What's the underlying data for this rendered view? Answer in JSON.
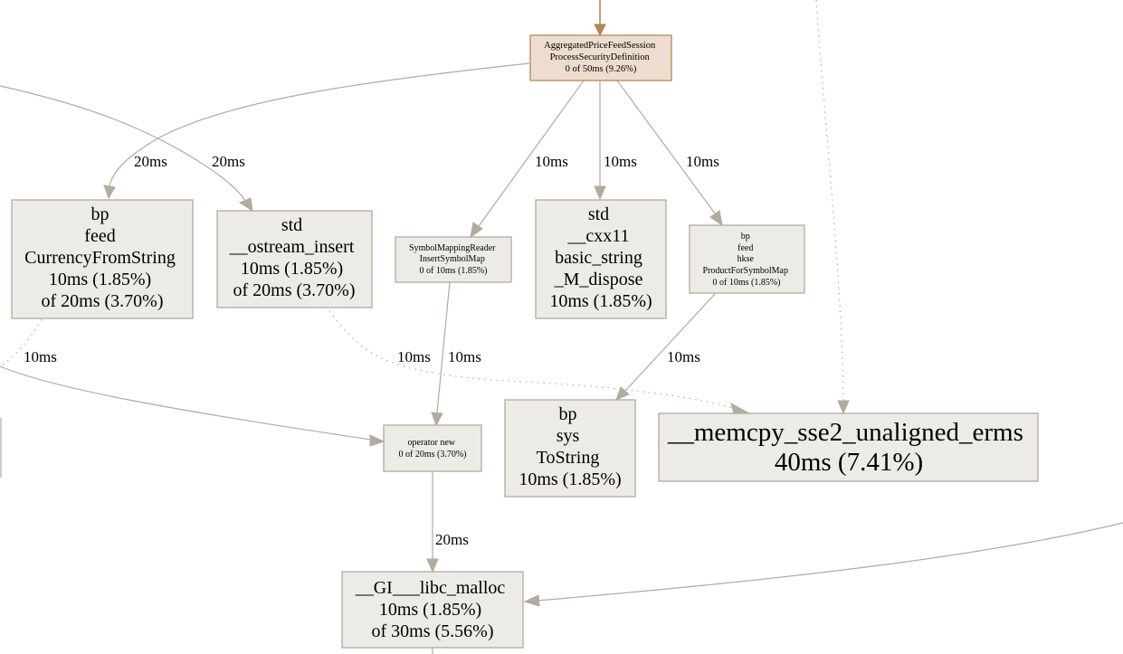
{
  "nodes": {
    "aggregated": {
      "lines": [
        "AggregatedPriceFeedSession",
        "ProcessSecurityDefinition",
        "0 of 50ms (9.26%)"
      ]
    },
    "currency": {
      "lines": [
        "bp",
        "feed",
        "CurrencyFromString",
        "10ms (1.85%)",
        "of 20ms (3.70%)"
      ]
    },
    "ostream": {
      "lines": [
        "std",
        "__ostream_insert",
        "10ms (1.85%)",
        "of 20ms (3.70%)"
      ]
    },
    "symbolmap": {
      "lines": [
        "SymbolMappingReader",
        "InsertSymbolMap",
        "0 of 10ms (1.85%)"
      ]
    },
    "cxx11": {
      "lines": [
        "std",
        "__cxx11",
        "basic_string",
        "_M_dispose",
        "10ms (1.85%)"
      ]
    },
    "product": {
      "lines": [
        "bp",
        "feed",
        "hkse",
        "ProductForSymbolMap",
        "0 of 10ms (1.85%)"
      ]
    },
    "tostring": {
      "lines": [
        "bp",
        "sys",
        "ToString",
        "10ms (1.85%)"
      ]
    },
    "memcpy": {
      "lines": [
        "__memcpy_sse2_unaligned_erms",
        "40ms (7.41%)"
      ]
    },
    "opnew": {
      "lines": [
        "operator new",
        "0 of 20ms (3.70%)"
      ]
    },
    "malloc": {
      "lines": [
        "__GI___libc_malloc",
        "10ms (1.85%)",
        "of 30ms (5.56%)"
      ]
    }
  },
  "edges": {
    "agg_currency": "20ms",
    "left_ostream": "20ms",
    "agg_symbolmap": "10ms",
    "agg_cxx11": "10ms",
    "agg_product": "10ms",
    "currency_out": "10ms",
    "ostream_memcpy": "10ms",
    "symbolmap_opnew": "10ms",
    "product_tostring": "10ms",
    "opnew_malloc": "20ms"
  },
  "colors": {
    "node_fill": "#edebe6",
    "node_border": "#b2ab9e",
    "hot_fill": "#edddcf",
    "hot_border": "#b48656",
    "edge": "#b2ab9e",
    "hot_edge": "#b48656"
  }
}
